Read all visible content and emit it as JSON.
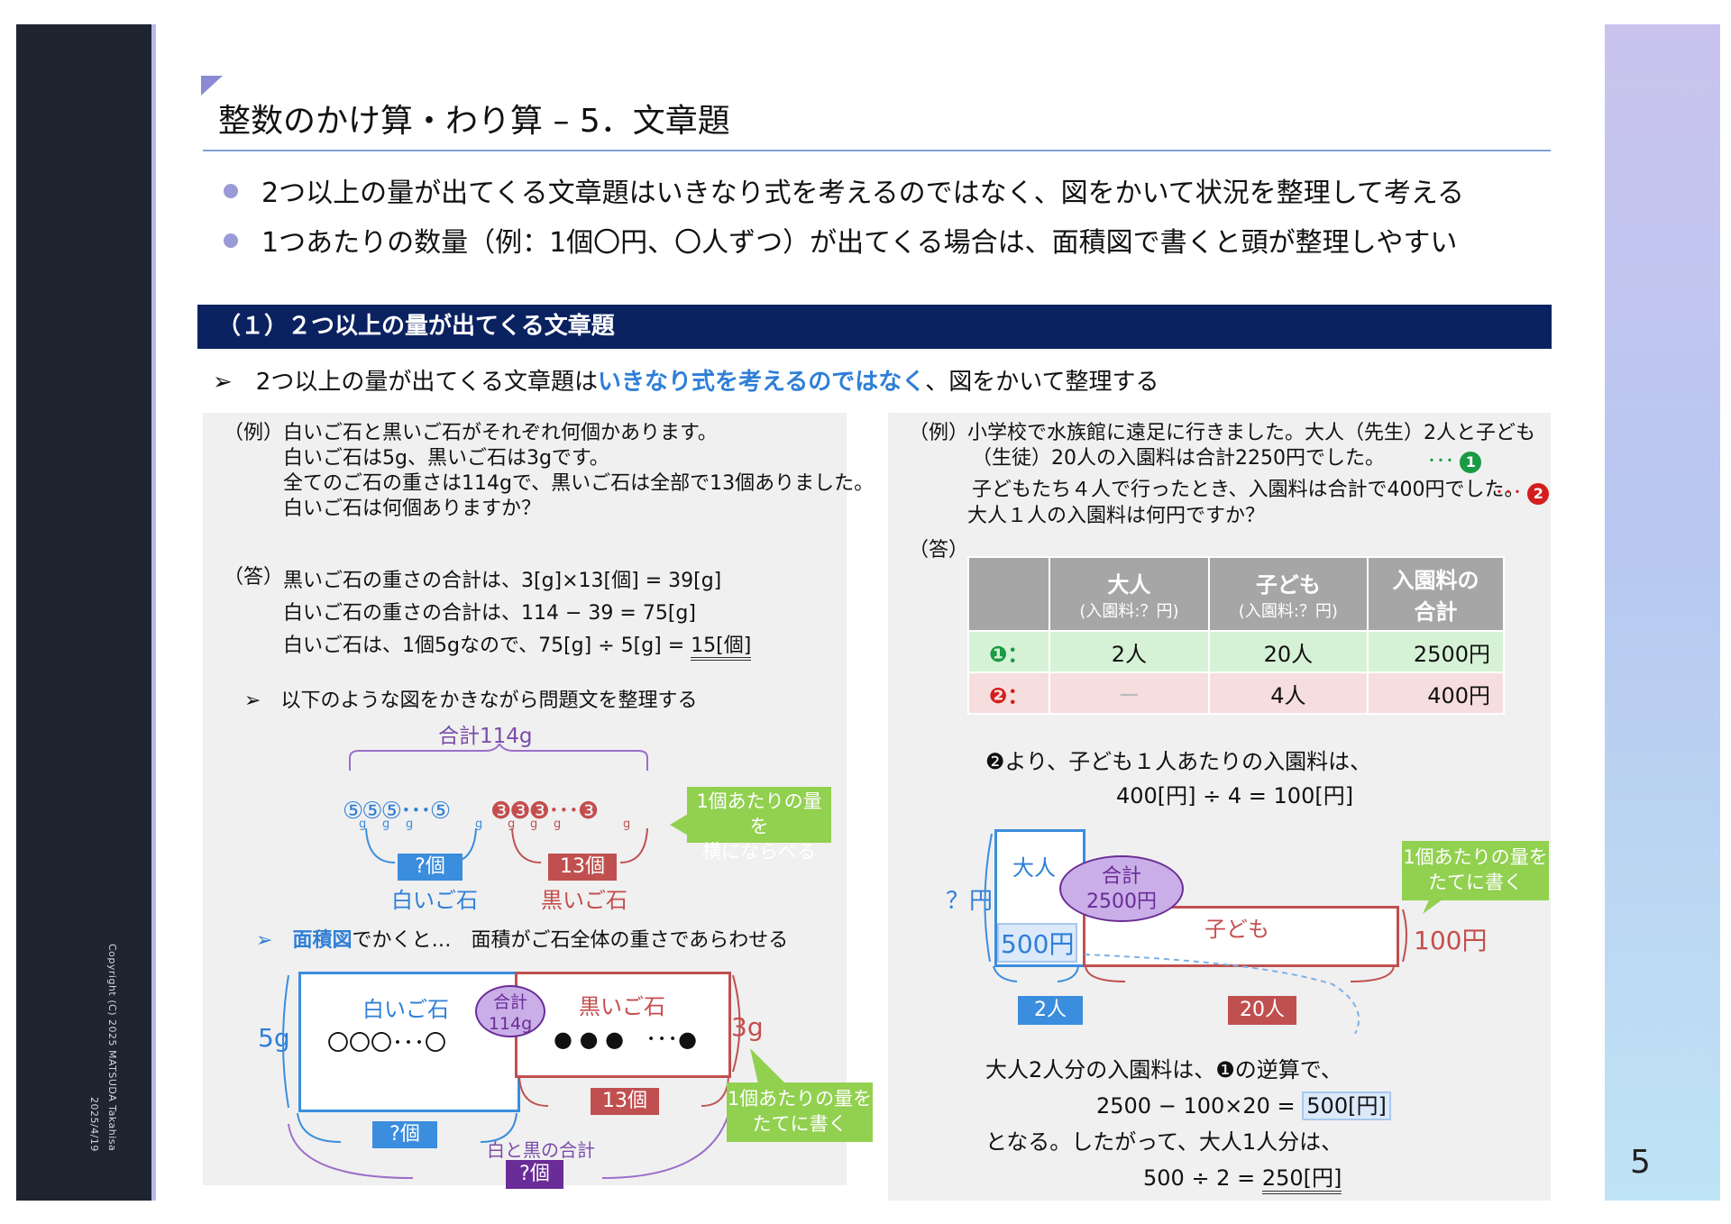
{
  "slide": {
    "title": "整数のかけ算・わり算 – 5．文章題",
    "page_number": "5",
    "copyright": "Copyright (C) 2025 MATSUDA Takahisa",
    "date": "2025/4/19",
    "bullets": [
      "2つ以上の量が出てくる文章題はいきなり式を考えるのではなく、図をかいて状況を整理して考える",
      "1つあたりの数量（例：1個〇円、〇人ずつ）が出てくる場合は、面積図で書くと頭が整理しやすい"
    ]
  },
  "section": {
    "header": "（１）２つ以上の量が出てくる文章題",
    "lead_prefix": "2つ以上の量が出てくる文章題は",
    "lead_highlight": "いきなり式を考えるのではなく",
    "lead_suffix": "、図をかいて整理する"
  },
  "left": {
    "q_label": "（例）",
    "q_lines": [
      "白いご石と黒いご石がそれぞれ何個かあります。",
      "白いご石は5g、黒いご石は3gです。",
      "全てのご石の重さは114gで、黒いご石は全部で13個ありました。",
      "白いご石は何個ありますか？"
    ],
    "a_label": "（答）",
    "a_lines": [
      "黒いご石の重さの合計は、3[g]×13[個] = 39[g]",
      "白いご石の重さの合計は、114 − 39 = 75[g]",
      "白いご石は、1個5gなので、75[g] ÷ 5[g] = "
    ],
    "a_result": "15[個]",
    "tip1": "以下のような図をかきながら問題文を整理する",
    "total_label": "合計114g",
    "white_stones": "⑤⑤⑤･･･⑤",
    "black_stones": "❸❸❸･･･❸",
    "g": "g",
    "white_count": "?個",
    "black_count": "13個",
    "white_name": "白いご石",
    "black_name": "黒いご石",
    "callout1": [
      "1個あたりの量を",
      "横にならべる"
    ],
    "tip2_highlight": "面積図",
    "tip2_rest": "でかくと…　面積がご石全体の重さであらわせる",
    "area_white_title": "白いご石",
    "area_white_circles": "〇〇〇･･･〇",
    "area_black_title": "黒いご石",
    "area_black_circles": "● ● ●　･･･●",
    "area_total": [
      "合計",
      "114g"
    ],
    "five_g": "5g",
    "three_g": "3g",
    "area_white_count": "?個",
    "area_black_count": "13個",
    "area_sum_label": "白と黒の合計",
    "area_sum_count": "?個",
    "callout2": [
      "1個あたりの量を",
      "たてに書く"
    ]
  },
  "right": {
    "q_label": "（例）",
    "q_lines": [
      "小学校で水族館に遠足に行きました。大人（先生）2人と子ども",
      "（生徒）20人の入園料は合計2250円でした。",
      "子どもたち４人で行ったとき、入園料は合計で400円でした。",
      "大人１人の入園料は何円ですか？"
    ],
    "marker_dots": "･･･",
    "marker1": "1",
    "marker2": "2",
    "a_label": "（答）",
    "table": {
      "headers": [
        {
          "main": "大人",
          "sub": "(入園料:？円)"
        },
        {
          "main": "子ども",
          "sub": "(入園料:？円)"
        },
        {
          "main": "入園料の",
          "sub2": "合計"
        }
      ],
      "rows": [
        {
          "label": "❶：",
          "cells": [
            "2人",
            "20人",
            "2500円"
          ]
        },
        {
          "label": "❷：",
          "cells": [
            "ー",
            "4人",
            "400円"
          ]
        }
      ]
    },
    "step1_a": "❷より、子ども１人あたりの入園料は、",
    "step1_b": "400[円] ÷ 4 = 100[円]",
    "adult_label": "大人",
    "child_label": "子ども",
    "total_bubble": [
      "合計",
      "2500円"
    ],
    "q_yen": "？円",
    "adult_yen": "500円",
    "child_yen": "100円",
    "adult_count": "2人",
    "child_count": "20人",
    "callout": [
      "1個あたりの量を",
      "たてに書く"
    ],
    "step2_a": "大人2人分の入園料は、❶の逆算で、",
    "step2_b": "2500 − 100×20 = ",
    "step2_b_res": "500[円]",
    "step2_c": "となる。したがって、大人1人分は、",
    "step2_d": "500 ÷ 2 = ",
    "step2_d_res": "250[円]"
  },
  "colors": {
    "band": "#0b2261",
    "highlight": "#2f7fd6",
    "callout": "#92d050",
    "white_stone": "#3b8ddd",
    "black_stone": "#c05050",
    "purple": "#6a2c96",
    "sidebar": "#1e2530"
  }
}
